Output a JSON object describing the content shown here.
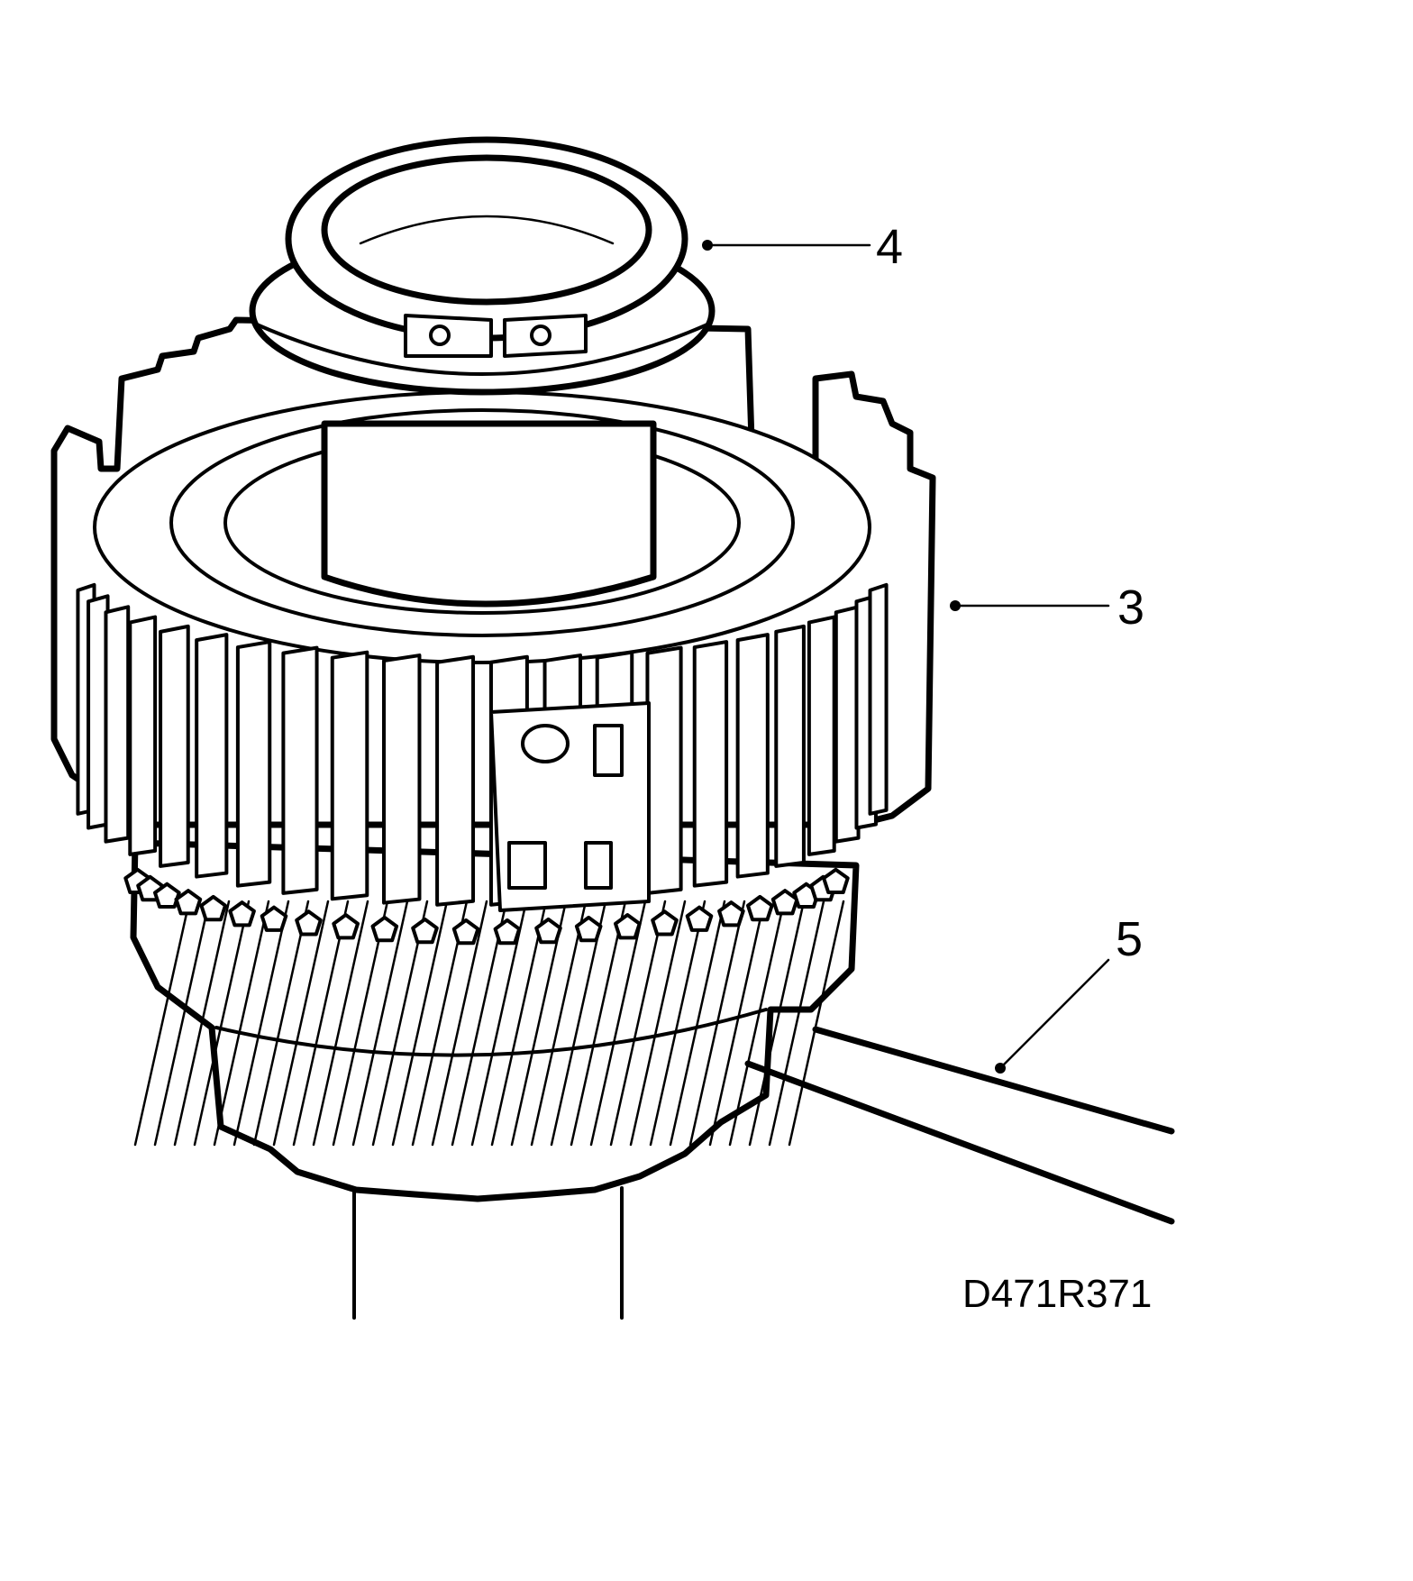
{
  "figure": {
    "code": "D471R371",
    "colors": {
      "ink": "#000000",
      "paper": "#ffffff"
    }
  },
  "callouts": [
    {
      "id": "4",
      "label": "4",
      "part": "snap-ring"
    },
    {
      "id": "3",
      "label": "3",
      "part": "synchronizer-hub"
    },
    {
      "id": "5",
      "label": "5",
      "part": "pry-tool"
    }
  ]
}
